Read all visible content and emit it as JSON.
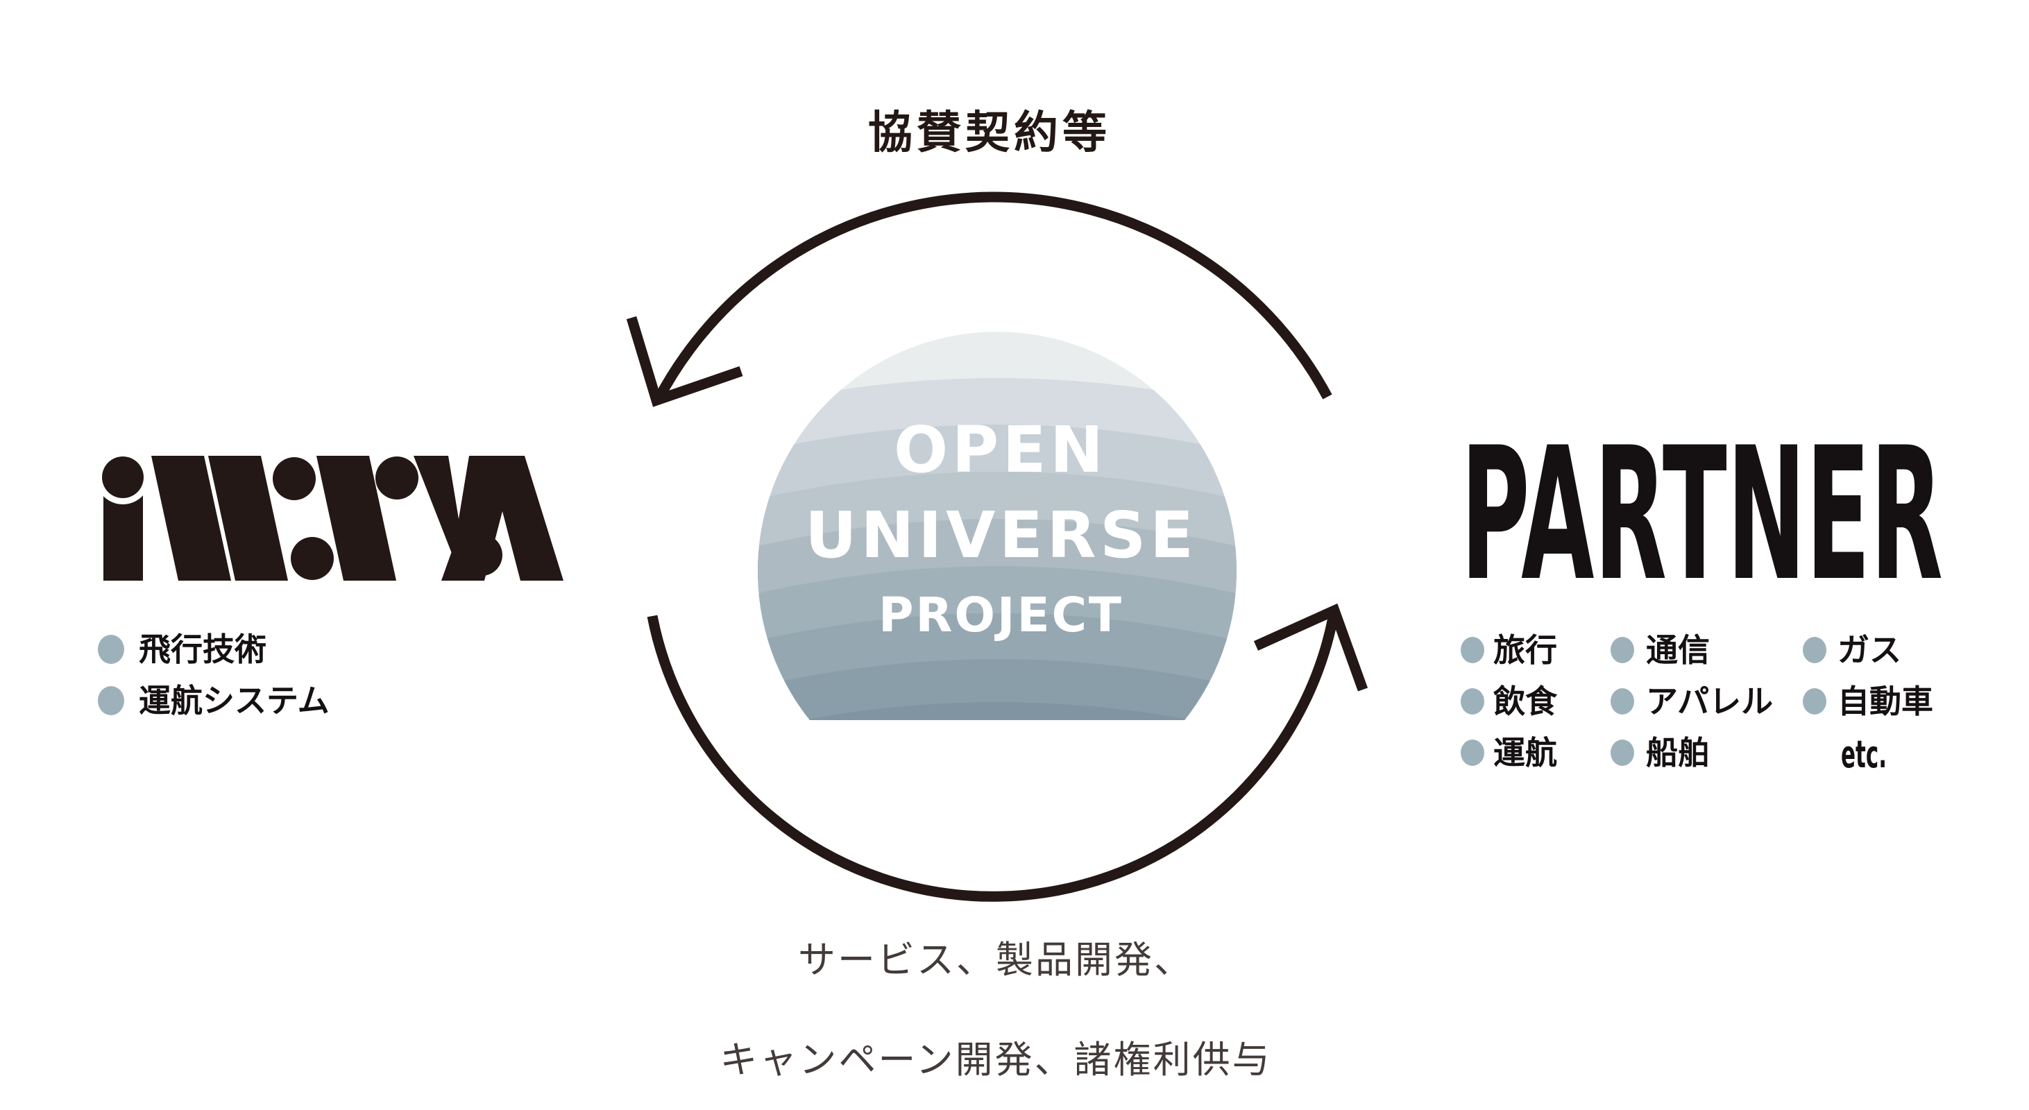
{
  "title_top": "協賛契約等",
  "sphere": {
    "line1": "OPEN",
    "line2": "UNIVERSE",
    "line3": "PROJECT"
  },
  "left_org": {
    "logo_text": "iwaya",
    "items": [
      "飛行技術",
      "運航システム"
    ]
  },
  "partner": {
    "heading": "PARTNER",
    "columns": [
      [
        "旅行",
        "飲食",
        "運航"
      ],
      [
        "通信",
        "アパレル",
        "船舶"
      ],
      [
        "ガス",
        "自動車"
      ]
    ],
    "etc": "etc."
  },
  "bottom_caption": {
    "line1": "サービス、製品開発、",
    "line2": "キャンペーン開発、諸権利供与"
  },
  "colors": {
    "ink": "#231815",
    "text_black": "#151011",
    "bullet": "#9db1bb",
    "caption": "#433b39",
    "sphere_text": "#ffffff",
    "sphere_bands": [
      "#e9edee",
      "#d6dce1",
      "#c6cfd6",
      "#bac5cc",
      "#adbac2",
      "#a1b1ba",
      "#95a7b1",
      "#8a9eaa",
      "#8095a1"
    ]
  }
}
